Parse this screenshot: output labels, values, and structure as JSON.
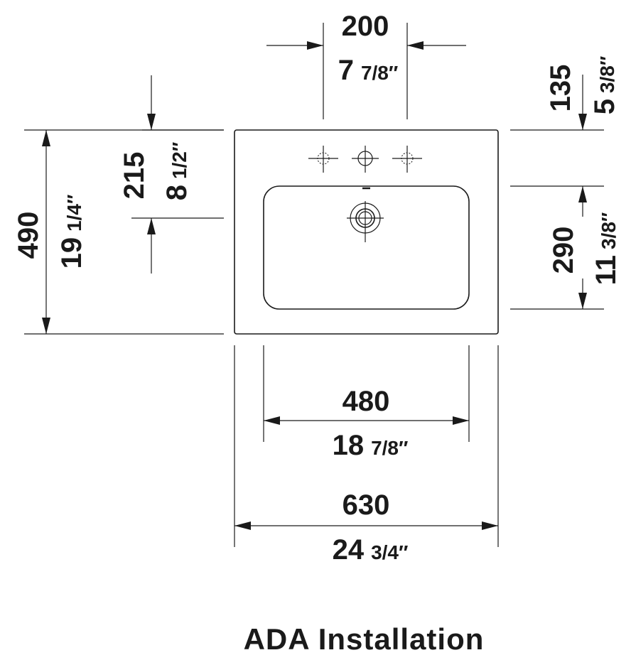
{
  "dimensions": {
    "hole_spacing": {
      "mm": "200",
      "in_whole": "7",
      "in_frac": "7/8″"
    },
    "top_offset": {
      "mm": "135",
      "in_whole": "5",
      "in_frac": "3/8″"
    },
    "drain_from_back": {
      "mm": "215",
      "in_whole": "8",
      "in_frac": "1/2″"
    },
    "total_depth": {
      "mm": "490",
      "in_whole": "19",
      "in_frac": "1/4″"
    },
    "bowl_depth": {
      "mm": "290",
      "in_whole": "11",
      "in_frac": "3/8″"
    },
    "bowl_width": {
      "mm": "480",
      "in_whole": "18",
      "in_frac": "7/8″"
    },
    "total_width": {
      "mm": "630",
      "in_whole": "24",
      "in_frac": "3/4″"
    }
  },
  "caption": "ADA Installation"
}
